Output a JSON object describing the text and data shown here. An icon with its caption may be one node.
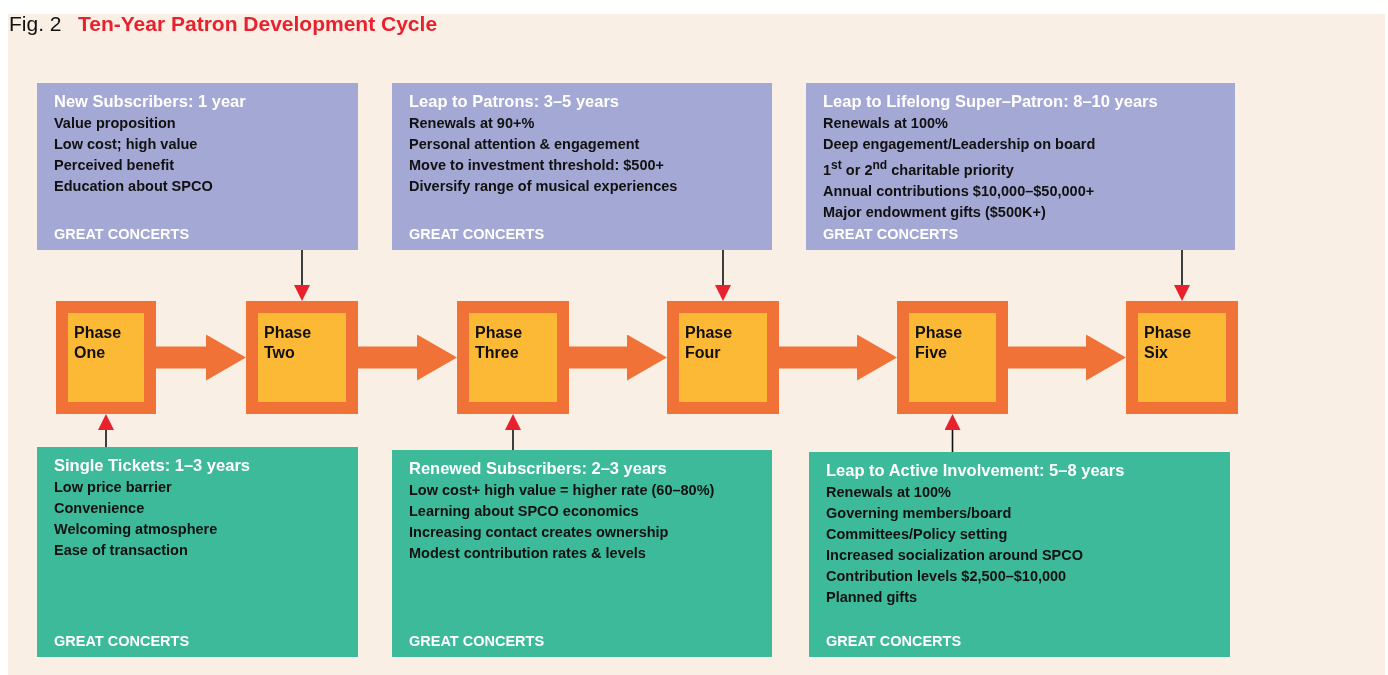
{
  "diagram": {
    "title": "Ten-Year Patron Development Cycle",
    "nodes": [
      {
        "text": [
          "New Subscribers: 1 year",
          "Value proposition",
          "Low cost; high value",
          "Perceived benefit",
          "Education about SPCO",
          "GREAT CONCERTS"
        ]
      },
      {
        "text": [
          "Leap to Patrons: 3–5 years",
          "Renewals at 90+%",
          "Personal attention & engagement",
          "Move to investment threshold: $500+",
          "Diversify range of musical experiences",
          "GREAT CONCERTS"
        ]
      },
      {
        "text": [
          "Leap to Lifelong Super–Patron: 8–10 years",
          "Renewals at 100%",
          "Deep engagement/Leadership on board",
          "1$^{st}$ or 2$^{nd}$ charitable priority",
          "Annual contributions $10,000–$50,000+",
          "Major endowment gifts ($500K+)",
          "GREAT CONCERTS"
        ]
      },
      {
        "text": [
          "Phase One"
        ]
      },
      {
        "text": [
          "Phase Two"
        ]
      },
      {
        "text": [
          "Phase Three"
        ]
      },
      {
        "text": [
          "Phase Four"
        ]
      },
      {
        "text": [
          "Phase Five"
        ]
      },
      {
        "text": [
          "Phase Six"
        ]
      },
      {
        "text": [
          "Single Tickets: 1–3 years",
          "Low price barrier",
          "Convenience",
          "Welcoming atmosphere",
          "Ease of transaction",
          "GREAT CONCERTS"
        ]
      },
      {
        "text": [
          "Renewed Subscribers: 2–3 years",
          "Low cost+ high value = higher rate (60–80%)",
          "Learning about SPCO economics",
          "Increasing contact creates ownership",
          "Modest contribution rates & levels",
          "GREAT CONCERTS"
        ]
      },
      {
        "text": [
          "Leap to Active Involvement: 5–8 years",
          "Renewals at 100%",
          "Governing members/board",
          "Committees/Policy setting",
          "Increased socialization around SPCO",
          "Contribution levels $2,500–$10,000",
          "Planned gifts",
          "GREAT CONCERTS"
        ]
      }
    ],
    "edges": [
      {
        "from": 9,
        "to": 3,
        "arrow": "to"
      },
      {
        "from": 3,
        "to": 4,
        "arrow": "to",
        "style": "thick",
        "color": "#f07236"
      },
      {
        "from": 0,
        "to": 4,
        "arrow": "to"
      },
      {
        "from": 4,
        "to": 5,
        "arrow": "to",
        "style": "thick",
        "color": "#f07236"
      },
      {
        "from": 10,
        "to": 5,
        "arrow": "to"
      },
      {
        "from": 5,
        "to": 6,
        "arrow": "to",
        "style": "thick",
        "color": "#f07236"
      },
      {
        "from": 1,
        "to": 6,
        "arrow": "to"
      },
      {
        "from": 6,
        "to": 7,
        "arrow": "to",
        "style": "thick",
        "color": "#f07236"
      },
      {
        "from": 11,
        "to": 7,
        "arrow": "to"
      },
      {
        "from": 7,
        "to": 8,
        "arrow": "to",
        "style": "thick",
        "color": "#f07236"
      },
      {
        "from": 2,
        "to": 8,
        "arrow": "to"
      }
    ],
    "labels": [
      "Fig. 2"
    ]
  }
}
